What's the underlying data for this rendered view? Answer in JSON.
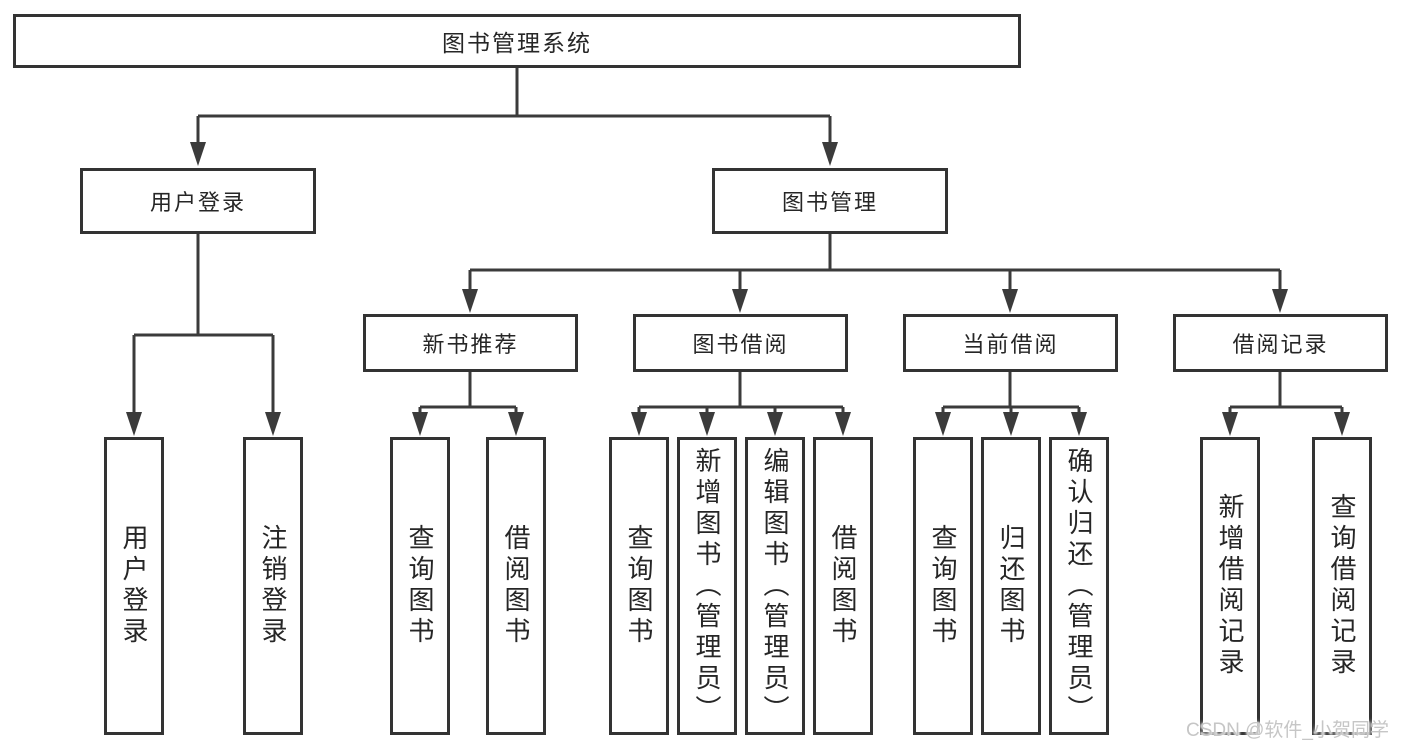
{
  "diagram_title": "图书管理系统",
  "watermark": "CSDN @软件_小贺同学",
  "colors": {
    "line": "#3b3b3b",
    "box_border": "#333333",
    "text": "#262626",
    "watermark": "#c6c6c6",
    "background": "#ffffff"
  },
  "tree": {
    "label": "图书管理系统",
    "children": [
      {
        "label": "用户登录",
        "children": [
          {
            "label": "用户登录"
          },
          {
            "label": "注销登录"
          }
        ]
      },
      {
        "label": "图书管理",
        "children": [
          {
            "label": "新书推荐",
            "children": [
              {
                "label": "查询图书"
              },
              {
                "label": "借阅图书"
              }
            ]
          },
          {
            "label": "图书借阅",
            "children": [
              {
                "label": "查询图书"
              },
              {
                "label": "新增图书（管理员）"
              },
              {
                "label": "编辑图书（管理员）"
              },
              {
                "label": "借阅图书"
              }
            ]
          },
          {
            "label": "当前借阅",
            "children": [
              {
                "label": "查询图书"
              },
              {
                "label": "归还图书"
              },
              {
                "label": "确认归还（管理员）"
              }
            ]
          },
          {
            "label": "借阅记录",
            "children": [
              {
                "label": "新增借阅记录"
              },
              {
                "label": "查询借阅记录"
              }
            ]
          }
        ]
      }
    ]
  }
}
